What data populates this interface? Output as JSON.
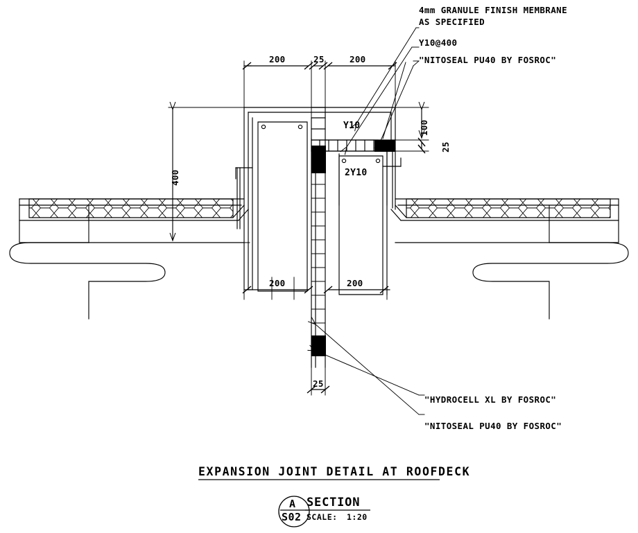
{
  "drawing": {
    "title": "EXPANSION JOINT DETAIL AT ROOFDECK",
    "section_word": "SECTION",
    "scale_label": "SCALE:",
    "scale_value": "1:20",
    "marker_letter": "A",
    "marker_sheet": "S02",
    "line_color": "#000000",
    "fill_color": "#000000",
    "background": "#ffffff"
  },
  "annotations": {
    "membrane_line1": "4mm GRANULE FINISH MEMBRANE",
    "membrane_line2": "AS SPECIFIED",
    "rebar_spacing": "Y10@400",
    "sealant_top": "\"NITOSEAL PU40 BY FOSROC\"",
    "filler_bottom": "\"HYDROCELL XL BY FOSROC\"",
    "sealant_bottom": "\"NITOSEAL PU40 BY FOSROC\""
  },
  "rebar_labels": {
    "upper": "Y10",
    "lower": "2Y10"
  },
  "dimensions": {
    "top_left": "200",
    "top_gap": "25",
    "top_right": "200",
    "bottom_left": "200",
    "bottom_right": "200",
    "bottom_gap": "25",
    "left_height": "400",
    "right_upper": "100",
    "right_lower": "25"
  }
}
